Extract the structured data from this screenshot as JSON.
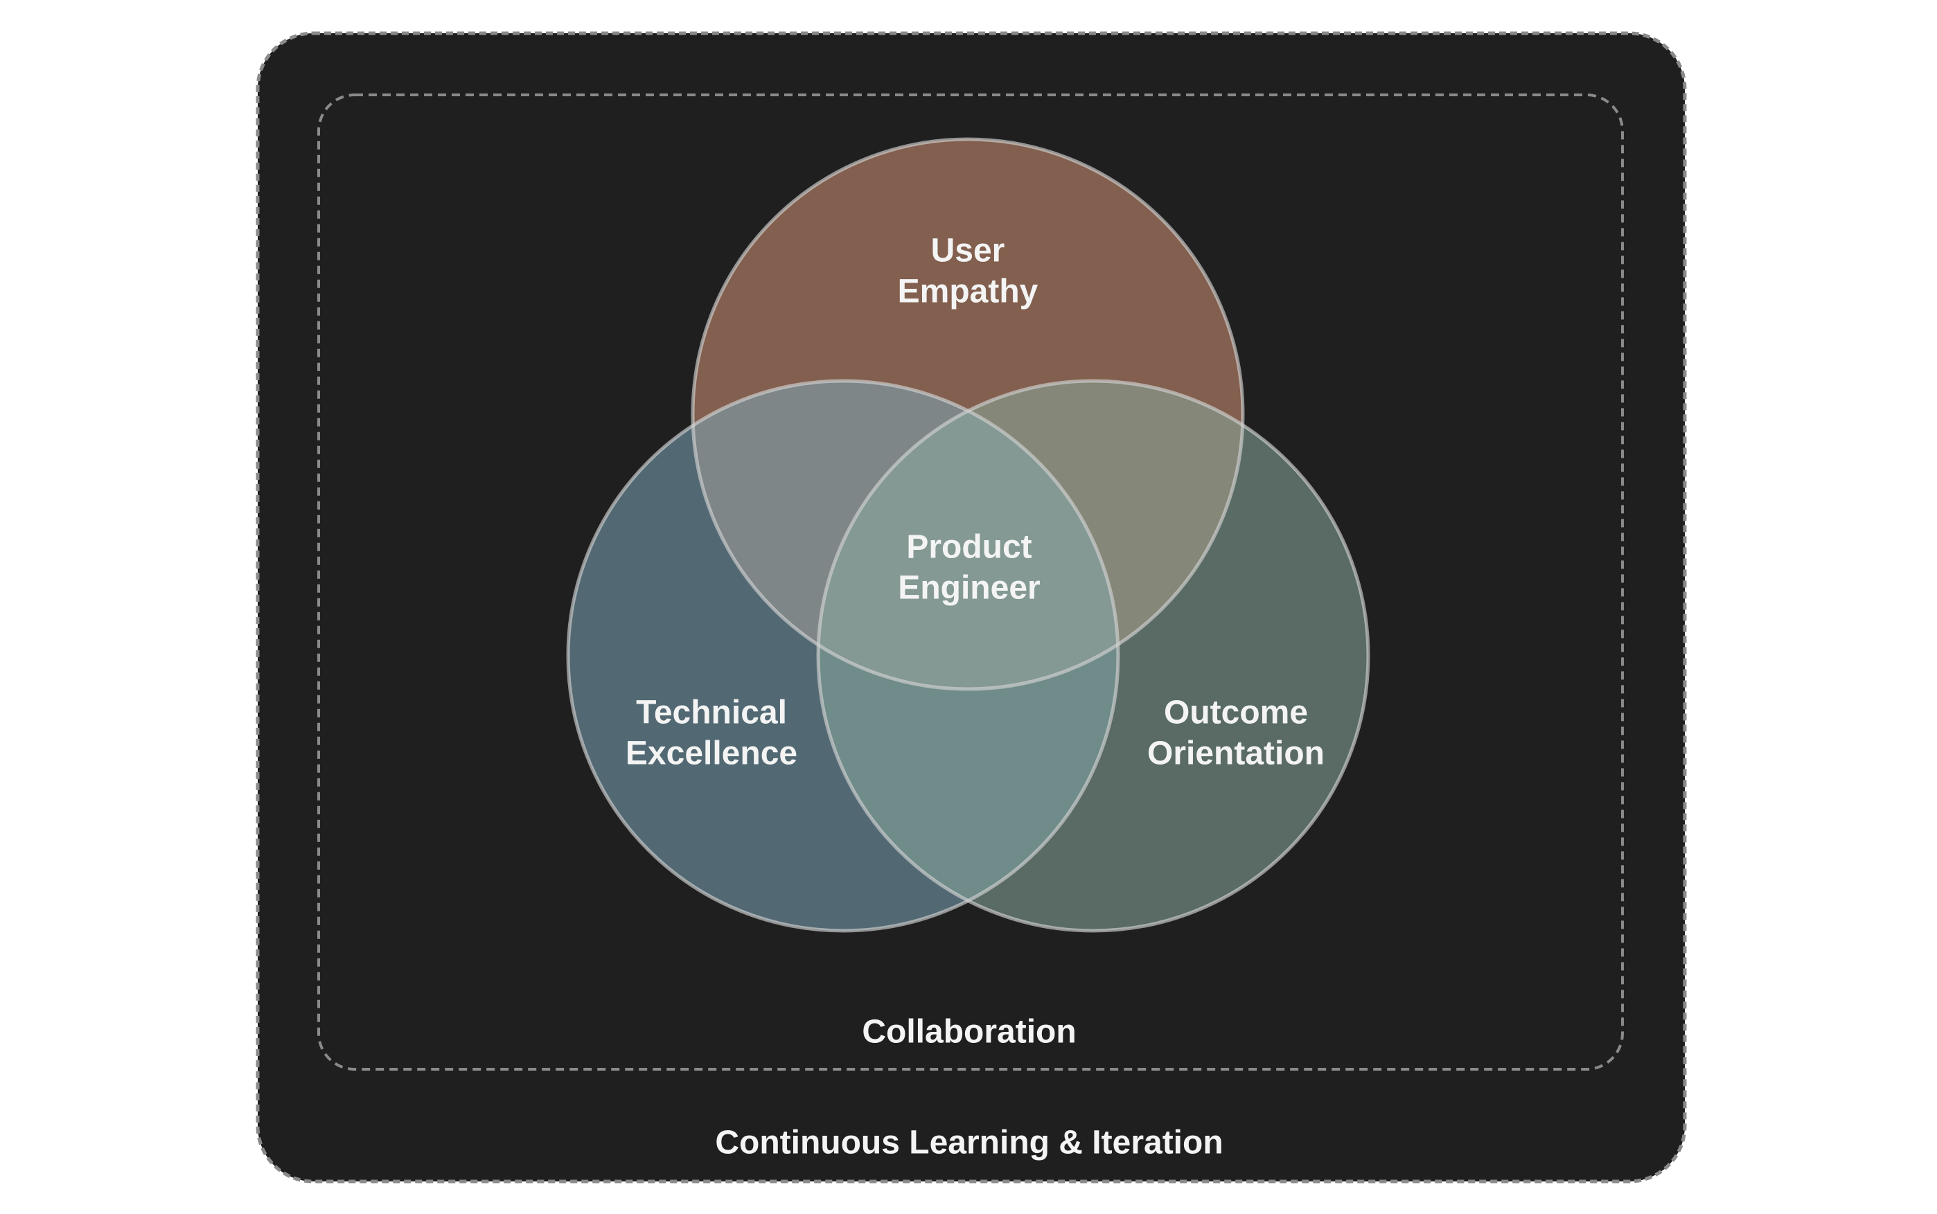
{
  "diagram": {
    "outer_frame": {
      "label": "Continuous Learning & Iteration"
    },
    "inner_frame": {
      "label": "Collaboration"
    },
    "circles": {
      "user_empathy": {
        "line1": "User",
        "line2": "Empathy",
        "fill": "#c48a6e"
      },
      "technical_excellence": {
        "line1": "Technical",
        "line2": "Excellence",
        "fill": "#7ca6b8"
      },
      "outcome_orientation": {
        "line1": "Outcome",
        "line2": "Orientation",
        "fill": "#88aa9c"
      }
    },
    "center": {
      "line1": "Product",
      "line2": "Engineer"
    }
  },
  "colors": {
    "frame_background": "#1f1f1f",
    "frame_border": "#8a8a8a",
    "circle_stroke": "#d2d2d2",
    "text": "#f4f4f4"
  }
}
